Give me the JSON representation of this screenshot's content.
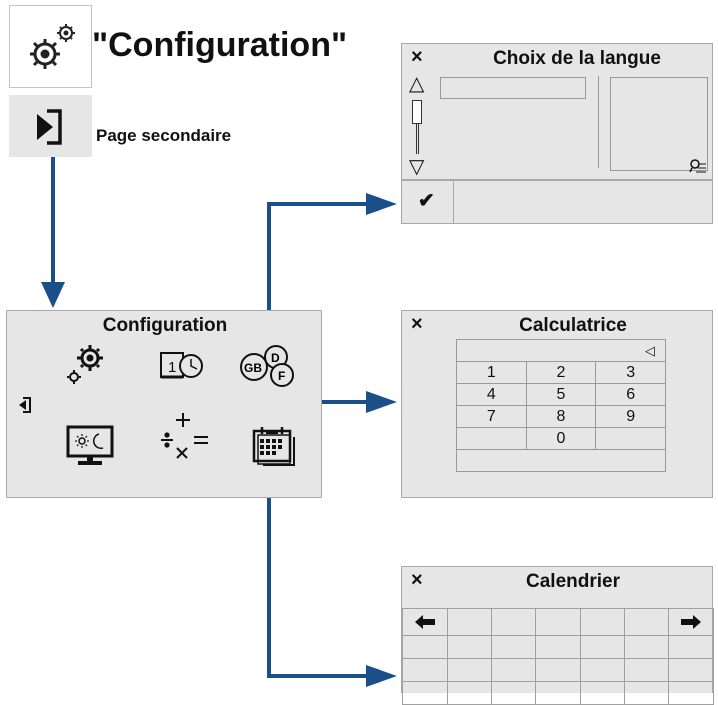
{
  "header": {
    "title": "\"Configuration\"",
    "subtitle": "Page secondaire",
    "config_icon": "gears-icon",
    "page_icon": "enter-page-icon"
  },
  "config_panel": {
    "title": "Configuration",
    "icons": [
      "settings-gears-icon",
      "date-time-icon",
      "language-flags-icon",
      "exit-icon",
      "screen-brightness-icon",
      "calculator-icon",
      "calendar-icon"
    ],
    "lang_badges": [
      "GB",
      "D",
      "F"
    ],
    "datetime_digit": "1"
  },
  "language_panel": {
    "close": "×",
    "title": "Choix de la langue",
    "up": "△",
    "down": "▽",
    "confirm": "✔"
  },
  "calculator_panel": {
    "close": "×",
    "title": "Calculatrice",
    "backspace": "◁",
    "keys": [
      [
        "1",
        "2",
        "3"
      ],
      [
        "4",
        "5",
        "6"
      ],
      [
        "7",
        "8",
        "9"
      ],
      [
        "",
        "0",
        ""
      ]
    ]
  },
  "calendar_panel": {
    "close": "×",
    "title": "Calendrier",
    "prev": "🡐",
    "next": "🡒"
  },
  "colors": {
    "arrow": "#1a4f8a",
    "panel_bg": "#e6e6e6",
    "border": "#a8a8a8"
  }
}
